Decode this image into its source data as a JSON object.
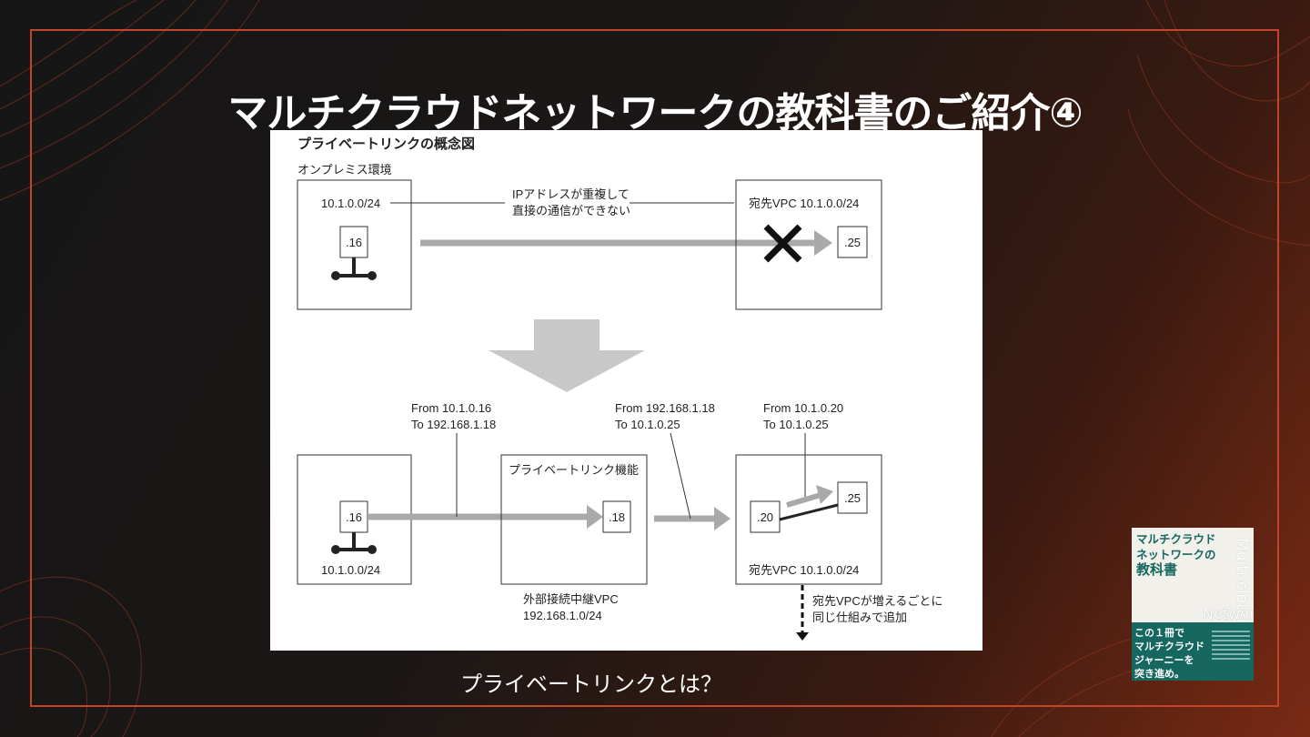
{
  "slide": {
    "title": "マルチクラウドネットワークの教科書のご紹介④",
    "caption": "プライベートリンクとは？"
  },
  "figure": {
    "heading": "プライベートリンクの概念図",
    "onprem_label": "オンプレミス環境",
    "top": {
      "left_cidr": "10.1.0.0/24",
      "left_host": ".16",
      "note_line1": "IPアドレスが重複して",
      "note_line2": "直接の通信ができない",
      "right_label": "宛先VPC  10.1.0.0/24",
      "right_host": ".25"
    },
    "bottom": {
      "left_host": ".16",
      "left_cidr": "10.1.0.0/24",
      "flow1_from": "From 10.1.0.16",
      "flow1_to": "To 192.168.1.18",
      "middle_title": "プライベートリンク機能",
      "middle_host": ".18",
      "middle_label": "外部接続中継VPC",
      "middle_cidr": "192.168.1.0/24",
      "flow2_from": "From 192.168.1.18",
      "flow2_to": "To 10.1.0.25",
      "flow3_from": "From 10.1.0.20",
      "flow3_to": "To 10.1.0.25",
      "right_host_a": ".20",
      "right_host_b": ".25",
      "right_label": "宛先VPC  10.1.0.0/24",
      "note_line1": "宛先VPCが増えるごとに",
      "note_line2": "同じ仕組みで追加"
    }
  },
  "book": {
    "title_line1": "マルチクラウド",
    "title_line2": "ネットワークの",
    "title_line3": "教科書",
    "side_text": "Multi-cloud",
    "network_text": "Network",
    "tag_line1": "この１冊で",
    "tag_line2": "マルチクラウド",
    "tag_line3": "ジャーニーを",
    "tag_line4": "突き進め。"
  },
  "colors": {
    "frame": "#c2442a",
    "book_green": "#15675f",
    "arrow_gray": "#a9a9a9"
  }
}
